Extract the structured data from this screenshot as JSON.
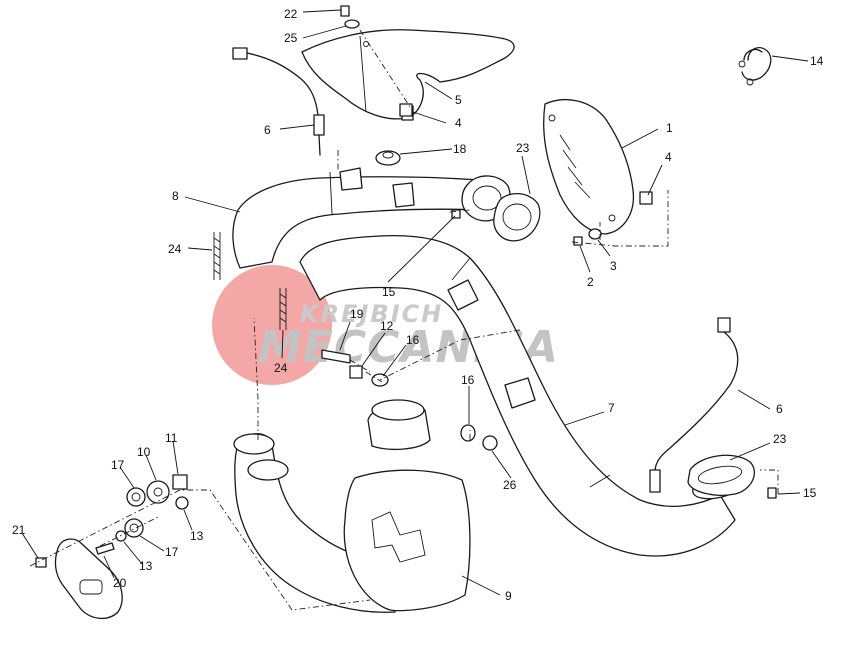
{
  "diagram": {
    "labels": {
      "l22": "22",
      "l25": "25",
      "l5": "5",
      "l4a": "4",
      "l6a": "6",
      "l18": "18",
      "l1": "1",
      "l4b": "4",
      "l14": "14",
      "l23a": "23",
      "l8": "8",
      "l24a": "24",
      "l15a": "15",
      "l2": "2",
      "l3": "3",
      "l19": "19",
      "l12": "12",
      "l16a": "16",
      "l24b": "24",
      "l16b": "16",
      "l26": "26",
      "l7": "7",
      "l6b": "6",
      "l23b": "23",
      "l15b": "15",
      "l11": "11",
      "l10": "10",
      "l17a": "17",
      "l13a": "13",
      "l21": "21",
      "l17b": "17",
      "l20": "20",
      "l13b": "13",
      "l9": "9"
    }
  },
  "watermark": {
    "line1": "KREJBICH",
    "line2": "MECCANICA",
    "circle_color": "#f08a8a",
    "text_color": "#b0b0b0"
  }
}
